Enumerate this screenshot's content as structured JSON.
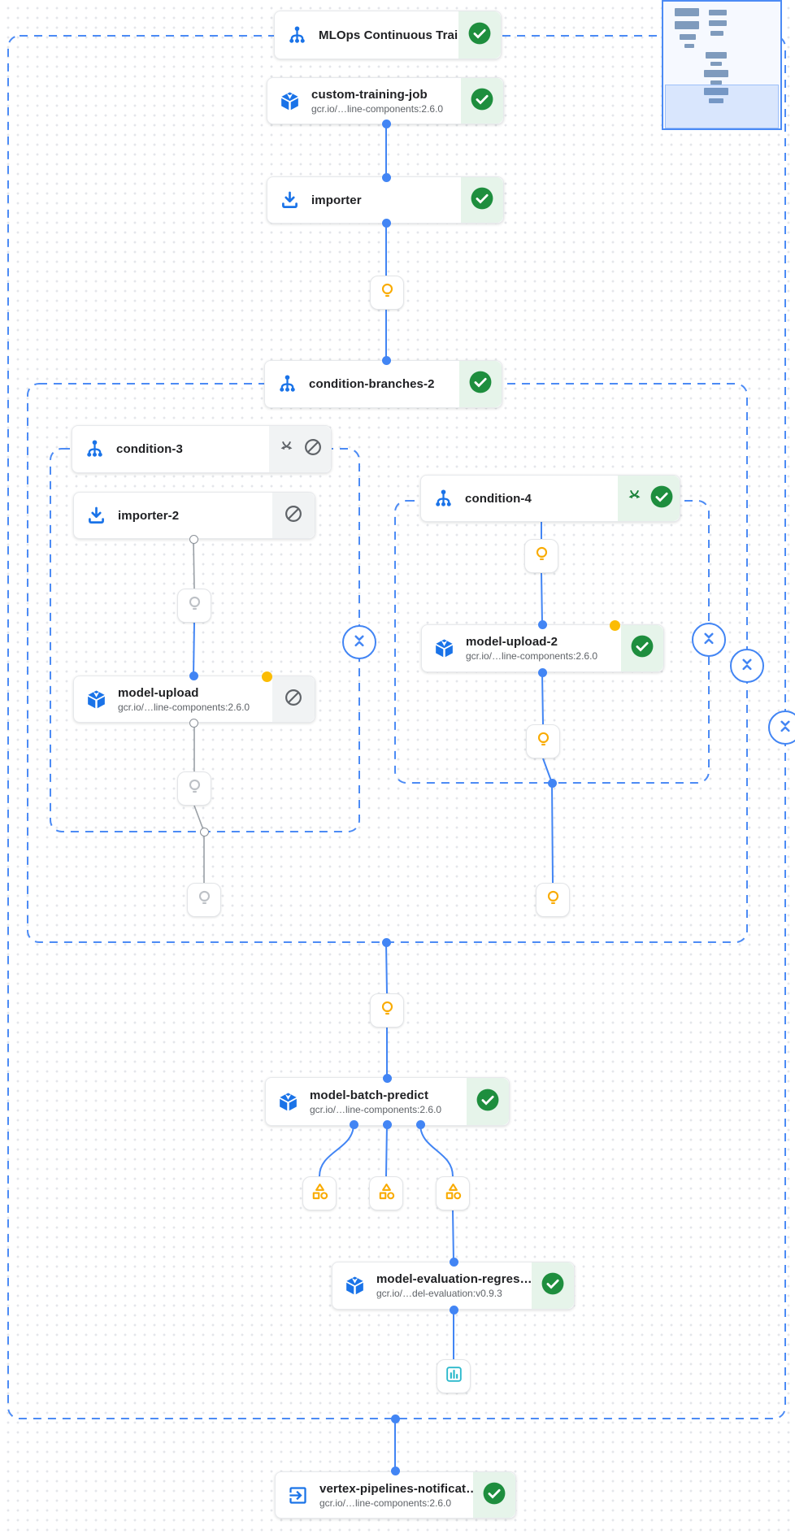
{
  "pipeline": {
    "title": "MLOps Continuous Training pipeline graph",
    "colors": {
      "accent_blue": "#4285f4",
      "icon_blue": "#1a73e8",
      "success_green": "#1e8e3e",
      "success_bg": "#e6f4ea",
      "skipped_bg": "#f1f3f4",
      "warning_yellow": "#f9ab00",
      "cache_dot_yellow": "#fbbc04",
      "metrics_teal": "#2bb9cc",
      "gray_icon": "#5f6368",
      "gray_line": "#9aa0a6"
    }
  },
  "nodes": [
    {
      "id": "mlops-continuous-training",
      "title": "MLOps Continuous Traini…",
      "subtitle": "",
      "icon": "condition-tree-icon",
      "status": "succeeded",
      "status_icons": [
        "check-circle-icon"
      ]
    },
    {
      "id": "custom-training-job",
      "title": "custom-training-job",
      "subtitle": "gcr.io/…line-components:2.6.0",
      "icon": "component-cube-icon",
      "status": "succeeded",
      "status_icons": [
        "check-circle-icon"
      ]
    },
    {
      "id": "importer",
      "title": "importer",
      "subtitle": "",
      "icon": "import-download-icon",
      "status": "succeeded",
      "status_icons": [
        "check-circle-icon"
      ]
    },
    {
      "id": "condition-branches-2",
      "title": "condition-branches-2",
      "subtitle": "",
      "icon": "condition-tree-icon",
      "status": "succeeded",
      "status_icons": [
        "check-circle-icon"
      ]
    },
    {
      "id": "condition-3",
      "title": "condition-3",
      "subtitle": "",
      "icon": "condition-tree-icon",
      "status": "skipped",
      "status_icons": [
        "branch-split-icon",
        "blocked-icon"
      ]
    },
    {
      "id": "importer-2",
      "title": "importer-2",
      "subtitle": "",
      "icon": "import-download-icon",
      "status": "skipped",
      "status_icons": [
        "blocked-icon"
      ]
    },
    {
      "id": "model-upload",
      "title": "model-upload",
      "subtitle": "gcr.io/…line-components:2.6.0",
      "icon": "component-cube-icon",
      "status": "skipped",
      "status_icons": [
        "blocked-icon"
      ],
      "cache_dot": true
    },
    {
      "id": "condition-4",
      "title": "condition-4",
      "subtitle": "",
      "icon": "condition-tree-icon",
      "status": "succeeded",
      "status_icons": [
        "branch-split-icon",
        "check-circle-icon"
      ]
    },
    {
      "id": "model-upload-2",
      "title": "model-upload-2",
      "subtitle": "gcr.io/…line-components:2.6.0",
      "icon": "component-cube-icon",
      "status": "succeeded",
      "status_icons": [
        "check-circle-icon"
      ],
      "cache_dot": true
    },
    {
      "id": "model-batch-predict",
      "title": "model-batch-predict",
      "subtitle": "gcr.io/…line-components:2.6.0",
      "icon": "component-cube-icon",
      "status": "succeeded",
      "status_icons": [
        "check-circle-icon"
      ]
    },
    {
      "id": "model-evaluation-regression",
      "title": "model-evaluation-regres…",
      "subtitle": "gcr.io/…del-evaluation:v0.9.3",
      "icon": "component-cube-icon",
      "status": "succeeded",
      "status_icons": [
        "check-circle-icon"
      ]
    },
    {
      "id": "vertex-pipelines-notification",
      "title": "vertex-pipelines-notificat…",
      "subtitle": "gcr.io/…line-components:2.6.0",
      "icon": "exit-to-app-icon",
      "status": "succeeded",
      "status_icons": [
        "check-circle-icon"
      ]
    }
  ],
  "artifacts": [
    {
      "id": "artifact-lightbulb-1",
      "icon": "lightbulb-icon",
      "state": "active"
    },
    {
      "id": "artifact-lightbulb-skipped-1",
      "icon": "lightbulb-icon",
      "state": "skipped"
    },
    {
      "id": "artifact-lightbulb-skipped-2",
      "icon": "lightbulb-icon",
      "state": "skipped"
    },
    {
      "id": "artifact-lightbulb-skipped-3",
      "icon": "lightbulb-icon",
      "state": "skipped"
    },
    {
      "id": "artifact-lightbulb-2",
      "icon": "lightbulb-icon",
      "state": "active"
    },
    {
      "id": "artifact-lightbulb-3",
      "icon": "lightbulb-icon",
      "state": "active"
    },
    {
      "id": "artifact-lightbulb-4",
      "icon": "lightbulb-icon",
      "state": "active"
    },
    {
      "id": "artifact-lightbulb-5",
      "icon": "lightbulb-icon",
      "state": "active"
    },
    {
      "id": "artifact-dataset-1",
      "icon": "category-shapes-icon",
      "state": "active"
    },
    {
      "id": "artifact-dataset-2",
      "icon": "category-shapes-icon",
      "state": "active"
    },
    {
      "id": "artifact-dataset-3",
      "icon": "category-shapes-icon",
      "state": "active"
    },
    {
      "id": "artifact-metrics",
      "icon": "bar-chart-icon",
      "state": "metrics"
    }
  ]
}
